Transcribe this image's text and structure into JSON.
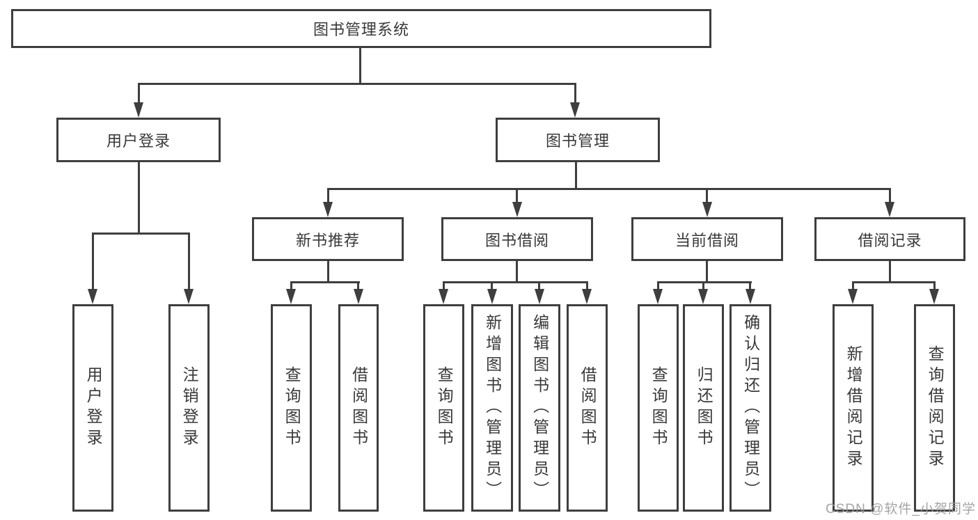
{
  "colors": {
    "line": "#3e3e3e",
    "text": "#383838",
    "watermark": "#9b9b9b",
    "bg": "#ffffff"
  },
  "watermark": {
    "text": "CSDN @软件_小贺同学"
  },
  "tree": {
    "root": "图书管理系统",
    "nodes": [
      {
        "label": "用户登录",
        "children": [
          "用户登录",
          "注销登录"
        ]
      },
      {
        "label": "图书管理",
        "groups": [
          {
            "label": "新书推荐",
            "children": [
              "查询图书",
              "借阅图书"
            ]
          },
          {
            "label": "图书借阅",
            "children": [
              "查询图书",
              "新增图书（管理员）",
              "编辑图书（管理员）",
              "借阅图书"
            ]
          },
          {
            "label": "当前借阅",
            "children": [
              "查询图书",
              "归还图书",
              "确认归还（管理员）"
            ]
          },
          {
            "label": "借阅记录",
            "children": [
              "新增借阅记录",
              "查询借阅记录"
            ]
          }
        ]
      }
    ]
  }
}
